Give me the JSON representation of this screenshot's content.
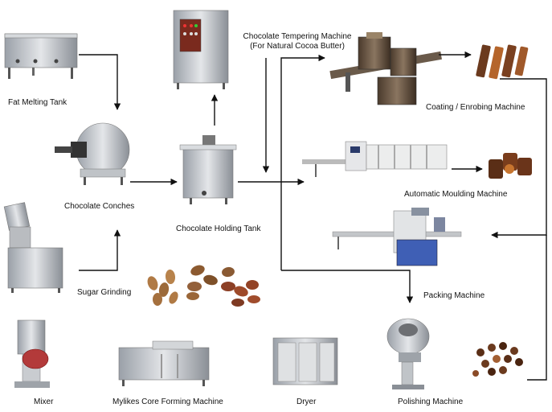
{
  "machines": {
    "fat_melting_tank": "Fat Melting Tank",
    "chocolate_conches": "Chocolate Conches",
    "sugar_grinding": "Sugar Grinding",
    "chocolate_holding_tank": "Chocolate Holding Tank",
    "tempering_machine_line1": "Chocolate Tempering Machine",
    "tempering_machine_line2": "(For Natural Cocoa Butter)",
    "coating_enrobing_machine": "Coating / Enrobing Machine",
    "automatic_moulding_machine": "Automatic Moulding Machine",
    "packing_machine": "Packing Machine",
    "mixer": "Mixer",
    "core_forming_machine": "Mylikes Core Forming Machine",
    "dryer": "Dryer",
    "polishing_machine": "Polishing Machine"
  },
  "colors": {
    "arrow": "#111111",
    "steel": "#c9ccd0",
    "steel_dark": "#8a8f96",
    "chocolate": "#6b3a1e",
    "nut": "#b07a45",
    "blue_machine": "#3f5fb5"
  }
}
